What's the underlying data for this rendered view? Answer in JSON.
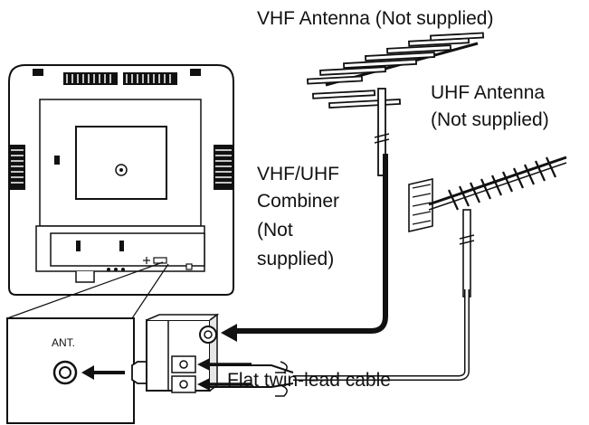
{
  "labels": {
    "vhf_antenna": "VHF Antenna (Not supplied)",
    "uhf_antenna": [
      "UHF Antenna",
      "(Not supplied)"
    ],
    "combiner": [
      "VHF/UHF",
      "Combiner",
      "(Not",
      "supplied)"
    ],
    "ant_terminal": "ANT.",
    "flat_cable": "Flat twin-lead cable"
  },
  "colors": {
    "line": "#111111",
    "fill": "#ffffff",
    "shade": "#e6e6e6"
  }
}
